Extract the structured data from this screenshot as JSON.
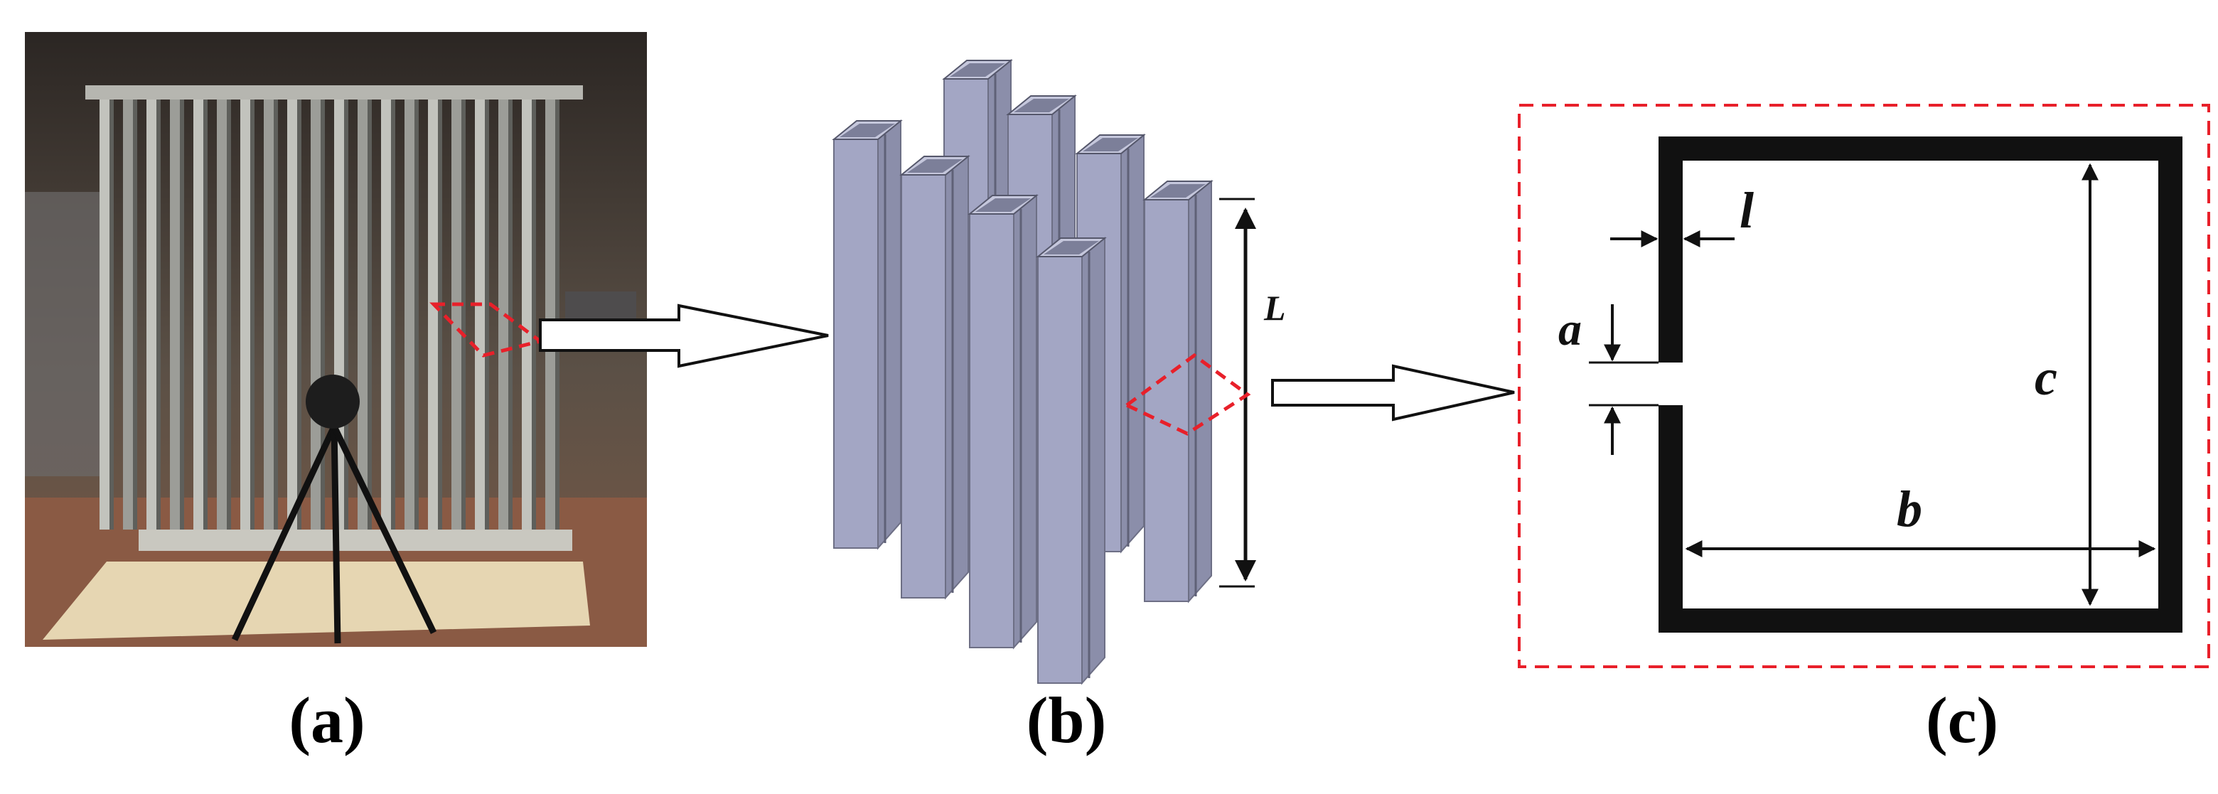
{
  "panels": {
    "a": {
      "label": "(a)"
    },
    "b": {
      "label": "(b)",
      "dimension_L": "L"
    },
    "c": {
      "label": "(c)",
      "dimension_l": "l",
      "dimension_a": "a",
      "dimension_b": "b",
      "dimension_c": "c"
    }
  },
  "colors": {
    "highlight_dash": "#e8202a",
    "tube_face": "#a3a6c4",
    "tube_side": "#8b8eaa",
    "tube_top": "#c5c7dc",
    "section_stroke": "#111111"
  }
}
